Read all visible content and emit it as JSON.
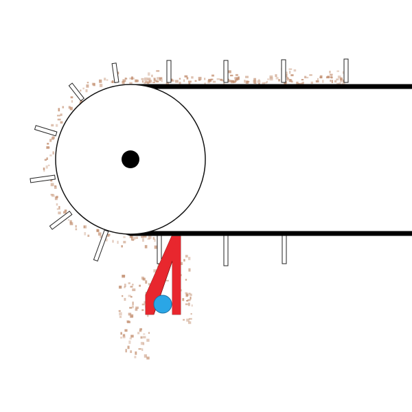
{
  "scene": {
    "background": "#ffffff",
    "objects": [
      "conveyor-belt",
      "drive-pulley",
      "pulley-axle",
      "belt-paddles",
      "red-hopper",
      "blue-ball",
      "dirt-particles"
    ]
  },
  "colors": {
    "belt": "#000000",
    "pulley_fill": "#ffffff",
    "paddle_fill": "#ffffff",
    "paddle_stroke": "#222222",
    "hopper": "#e8272e",
    "hopper_outline": "#7a1010",
    "ball": "#2aa6e6",
    "ball_outline": "#1b6ea0",
    "dirt": "#c08a6a"
  }
}
